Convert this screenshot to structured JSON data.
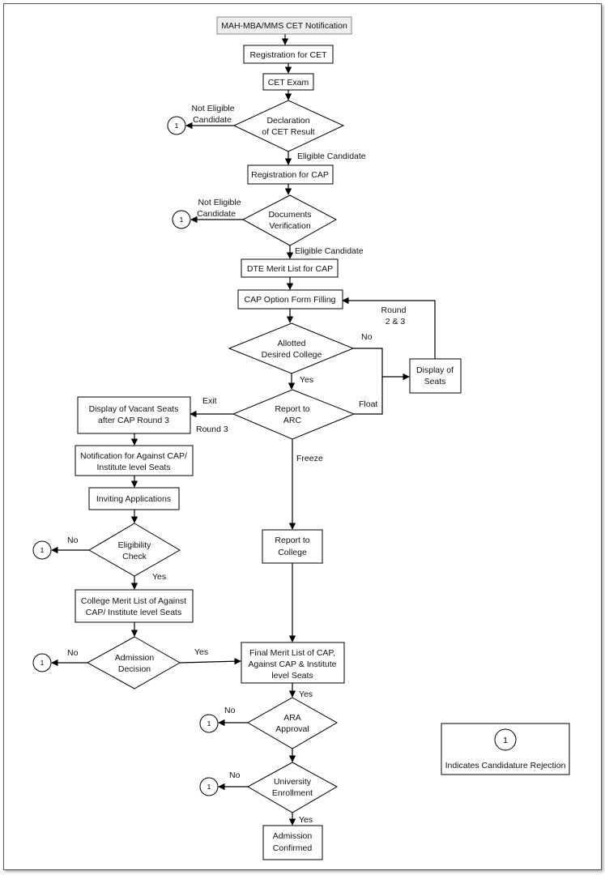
{
  "nodes": {
    "notification": "MAH-MBA/MMS CET Notification",
    "registration_cet": "Registration for CET",
    "cet_exam": "CET Exam",
    "declaration": [
      "Declaration",
      "of CET Result"
    ],
    "registration_cap": "Registration for CAP",
    "documents": [
      "Documents",
      "Verification"
    ],
    "dte_merit": "DTE Merit List for CAP",
    "cap_option": "CAP Option Form Filling",
    "allotted": [
      "Allotted",
      "Desired College"
    ],
    "display_seats": [
      "Display of",
      "Seats"
    ],
    "report_arc": [
      "Report to",
      "ARC"
    ],
    "display_vacant": [
      "Display of Vacant Seats",
      "after CAP Round 3"
    ],
    "notification_against": [
      "Notification for Against CAP/",
      "Institute level Seats"
    ],
    "inviting": "Inviting Applications",
    "eligibility": [
      "Eligibility",
      "Check"
    ],
    "college_merit": [
      "College Merit List of Against",
      "CAP/ Institute level Seats"
    ],
    "admission_decision": [
      "Admission",
      "Decision"
    ],
    "report_college": [
      "Report to",
      "College"
    ],
    "final_merit": [
      "Final Merit List of CAP,",
      "Against CAP & Institute",
      "level Seats"
    ],
    "ara": [
      "ARA",
      "Approval"
    ],
    "university": [
      "University",
      "Enrollment"
    ],
    "admission_confirmed": [
      "Admission",
      "Confirmed"
    ]
  },
  "edge_labels": {
    "not_eligible_1": [
      "Not Eligible",
      "Candidate"
    ],
    "eligible_1": "Eligible Candidate",
    "not_eligible_2": [
      "Not Eligible",
      "Candidate"
    ],
    "eligible_2": "Eligible Candidate",
    "no_allotted": "No",
    "round": [
      "Round",
      "2 & 3"
    ],
    "yes_allotted": "Yes",
    "float": "Float",
    "exit": "Exit",
    "round3": "Round 3",
    "freeze": "Freeze",
    "no_eligibility": "No",
    "yes_eligibility": "Yes",
    "no_admission": "No",
    "yes_admission": "Yes",
    "yes_final": "Yes",
    "no_ara": "No",
    "no_university": "No",
    "yes_university": "Yes"
  },
  "connector_label": "1",
  "legend": {
    "symbol": "1",
    "text": "Indicates Candidature Rejection"
  }
}
